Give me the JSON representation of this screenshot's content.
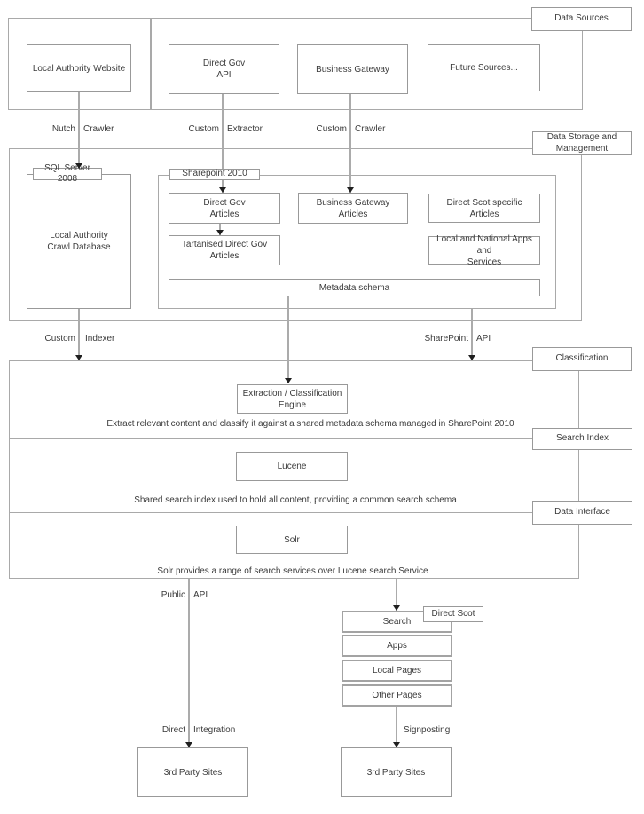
{
  "sections": {
    "data_sources": "Data Sources",
    "data_storage": "Data Storage and\nManagement",
    "classification": "Classification",
    "search_index": "Search Index",
    "data_interface": "Data Interface"
  },
  "sources": {
    "local_authority_website": "Local Authority Website",
    "direct_gov_api": "Direct Gov\nAPI",
    "business_gateway": "Business Gateway",
    "future_sources": "Future Sources..."
  },
  "storage": {
    "sql_server": "SQL Server 2008",
    "crawl_db": "Local Authority\nCrawl Database",
    "sharepoint": "Sharepoint 2010",
    "direct_gov_articles": "Direct Gov\nArticles",
    "business_gateway_articles": "Business Gateway\nArticles",
    "direct_scot_articles": "Direct Scot specific\nArticles",
    "tartanised_articles": "Tartanised Direct Gov\nArticles",
    "local_national_apps": "Local and National Apps and\nServices",
    "metadata_schema": "Metadata schema"
  },
  "processing": {
    "extraction_engine": "Extraction / Classification\nEngine",
    "lucene": "Lucene",
    "solr": "Solr",
    "classification_note": "Extract relevant content and classify it against a shared metadata schema managed in SharePoint 2010",
    "search_note": "Shared search index used to hold all content, providing a common search schema",
    "solr_note": "Solr provides a range of search services over Lucene search Service"
  },
  "direct_scot": {
    "label": "Direct Scot",
    "pages": [
      "Search",
      "Apps",
      "Local Pages",
      "Other Pages"
    ]
  },
  "outputs": {
    "third_party_left": "3rd Party Sites",
    "third_party_right": "3rd Party Sites"
  },
  "edges": {
    "nutch": {
      "a": "Nutch",
      "b": "Crawler"
    },
    "extractor": {
      "a": "Custom",
      "b": "Extractor"
    },
    "crawler": {
      "a": "Custom",
      "b": "Crawler"
    },
    "indexer": {
      "a": "Custom",
      "b": "Indexer"
    },
    "sharepoint_api": {
      "a": "SharePoint",
      "b": "API"
    },
    "public_api": {
      "a": "Public",
      "b": "API"
    },
    "direct_integration": {
      "a": "Direct",
      "b": "Integration"
    },
    "signposting": "Signposting"
  },
  "colors": {
    "line": "#ababab",
    "border": "#999999",
    "text": "#3b3b3b",
    "arrow": "#1f1f1f"
  }
}
